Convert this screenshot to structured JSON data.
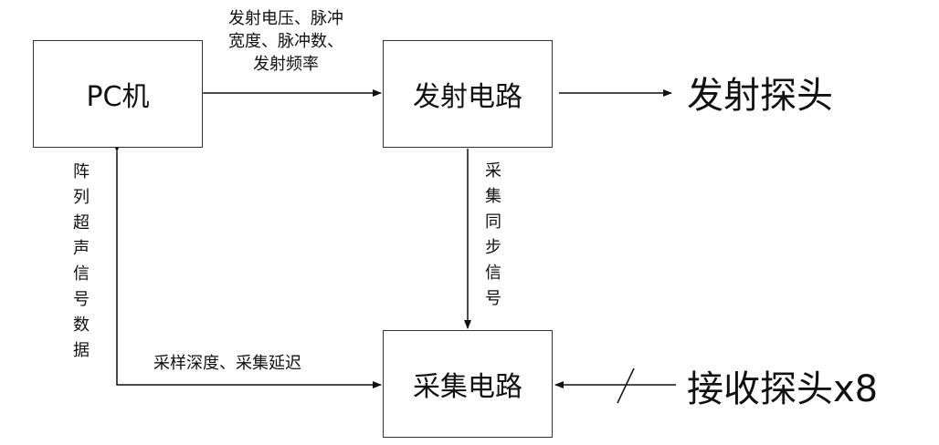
{
  "nodes": {
    "pc": "PC机",
    "transmit_circuit": "发射电路",
    "acquisition_circuit": "采集电路",
    "transmit_probe": "发射探头",
    "receive_probe": "接收探头x8"
  },
  "edges": {
    "pc_transmit_params": [
      "发射电压、脉冲",
      "宽度、脉冲数、",
      "发射频率"
    ],
    "pc_acquisition_params": "采样深度、采集延迟",
    "array_signal_data": "阵列超声信号数据",
    "acquisition_sync": "采集同步信号"
  }
}
